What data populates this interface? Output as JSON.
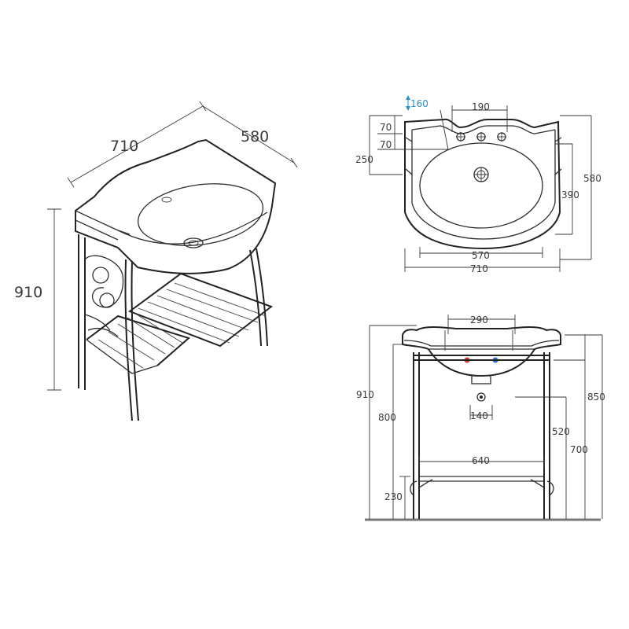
{
  "perspective": {
    "width": "710",
    "depth": "580",
    "height": "910"
  },
  "top_view": {
    "tap_height": "160",
    "tap_spacing": "190",
    "tap_offset_1": "70",
    "tap_offset_2": "70",
    "front_depth": "250",
    "bowl_depth": "390",
    "overall_depth": "580",
    "bowl_width": "570",
    "overall_width": "710"
  },
  "front_view": {
    "tap_spacing": "290",
    "height_overall": "910",
    "rim_height": "800",
    "waste_width": "140",
    "waste_height": "520",
    "frame_width": "640",
    "height_850": "850",
    "height_700": "700",
    "shelf_height": "230"
  },
  "colors": {
    "line": "#2e2e2e",
    "hot": "#d9342b",
    "cold": "#2b6fd9",
    "accent": "#2a8fcf",
    "floor": "#777777"
  }
}
